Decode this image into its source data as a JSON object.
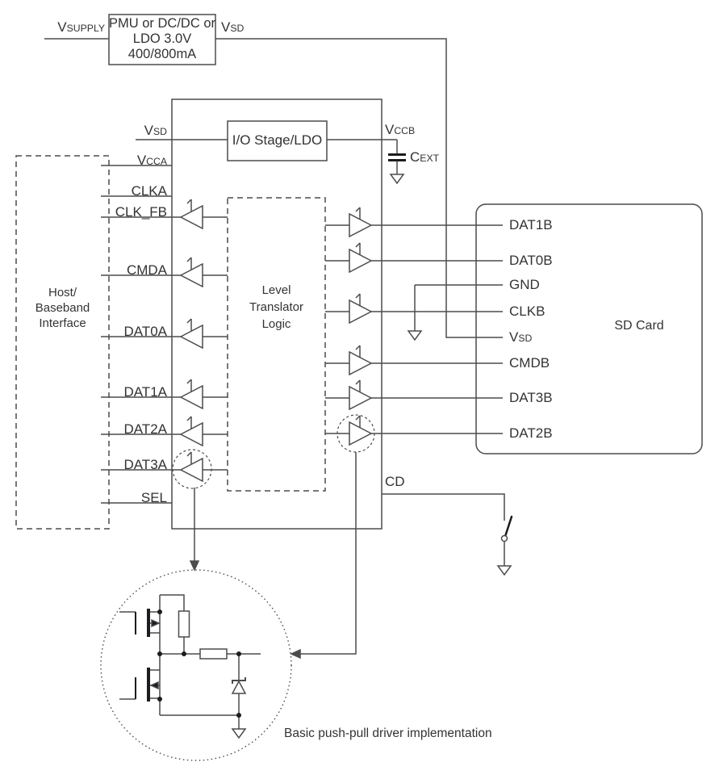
{
  "colors": {
    "background": "#ffffff",
    "line": "#4c4c4e",
    "bold": "#1c1c1e",
    "text": "#333335"
  },
  "labels": {
    "vsupply": {
      "base": "V",
      "sub": "SUPPLY"
    },
    "vsd_top": {
      "base": "V",
      "sub": "SD"
    },
    "vsd_io": {
      "base": "V",
      "sub": "SD"
    },
    "vccb": {
      "base": "V",
      "sub": "CCB"
    },
    "cext": {
      "base": "C",
      "sub": "EXT"
    },
    "cd": "CD",
    "sd_card": "SD Card",
    "caption": "Basic push-pull driver implementation"
  },
  "pmu_box": {
    "lines": [
      "PMU or DC/DC or",
      "LDO 3.0V",
      "400/800mA"
    ]
  },
  "io_box": {
    "label": "I/O Stage/LDO"
  },
  "host_box": {
    "lines": [
      "Host/",
      "Baseband",
      "Interface"
    ]
  },
  "ltl_box": {
    "lines": [
      "Level",
      "Translator",
      "Logic"
    ]
  },
  "left_pins": [
    {
      "base": "V",
      "sub": "CCA"
    },
    {
      "base": "CLKA"
    },
    {
      "base": "CLK_FB"
    },
    {
      "base": "CMDA"
    },
    {
      "base": "DAT0A"
    },
    {
      "base": "DAT1A"
    },
    {
      "base": "DAT2A"
    },
    {
      "base": "DAT3A"
    },
    {
      "base": "SEL"
    }
  ],
  "sd_pins": [
    {
      "base": "DAT1B"
    },
    {
      "base": "DAT0B"
    },
    {
      "base": "GND"
    },
    {
      "base": "CLKB"
    },
    {
      "base": "V",
      "sub": "SD"
    },
    {
      "base": "CMDB"
    },
    {
      "base": "DAT3B"
    },
    {
      "base": "DAT2B"
    }
  ]
}
